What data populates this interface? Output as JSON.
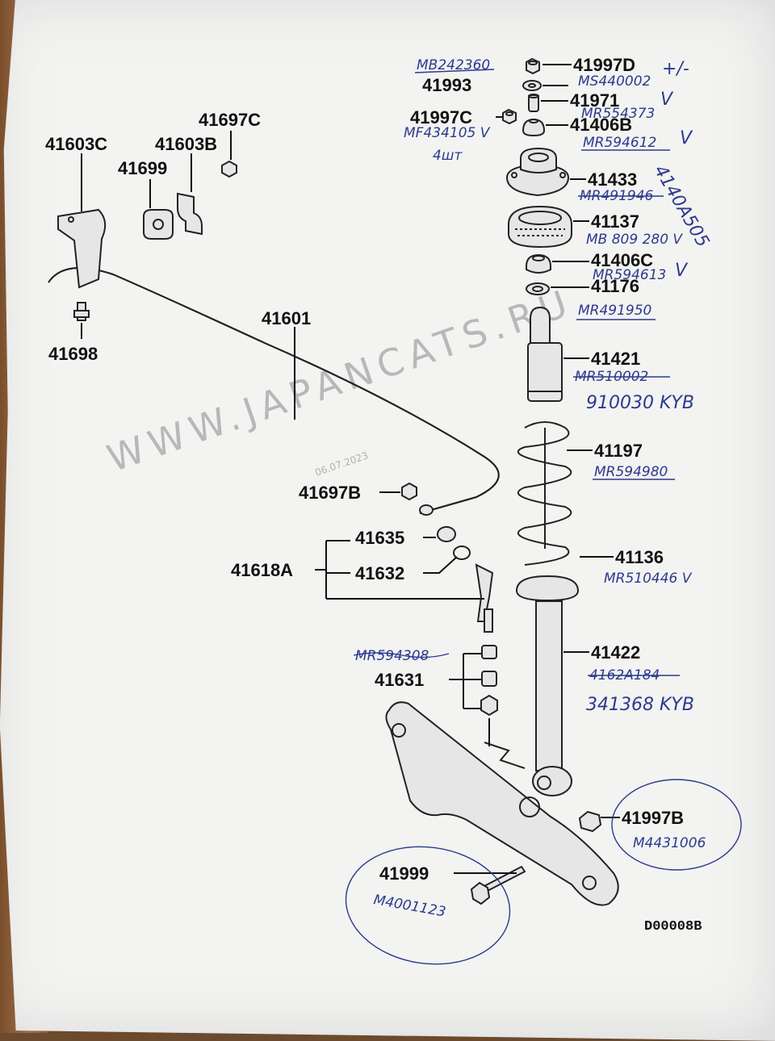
{
  "watermark": "WWW.JAPANCATS.RU",
  "stamp_date": "06.07.2023",
  "diagram_code": "D00008B",
  "parts": [
    {
      "id": "p-41997D",
      "num": "41997D",
      "note": "+/-"
    },
    {
      "id": "p-41993",
      "num": "41993",
      "note": ""
    },
    {
      "id": "p-41971",
      "num": "41971",
      "note": "V"
    },
    {
      "id": "p-41997C",
      "num": "41997C",
      "note": ""
    },
    {
      "id": "p-41406B",
      "num": "41406B",
      "note": "V"
    },
    {
      "id": "p-41433",
      "num": "41433",
      "note": "4140A505"
    },
    {
      "id": "p-41137",
      "num": "41137",
      "note": ""
    },
    {
      "id": "p-41406C",
      "num": "41406C",
      "note": "V"
    },
    {
      "id": "p-41176",
      "num": "41176",
      "note": ""
    },
    {
      "id": "p-41421",
      "num": "41421",
      "note": ""
    },
    {
      "id": "p-41197",
      "num": "41197",
      "note": ""
    },
    {
      "id": "p-41136",
      "num": "41136",
      "note": ""
    },
    {
      "id": "p-41422",
      "num": "41422",
      "note": ""
    },
    {
      "id": "p-41997B",
      "num": "41997B",
      "note": ""
    },
    {
      "id": "p-41999",
      "num": "41999",
      "note": ""
    },
    {
      "id": "p-41631",
      "num": "41631",
      "note": ""
    },
    {
      "id": "p-41618A",
      "num": "41618A",
      "note": ""
    },
    {
      "id": "p-41635",
      "num": "41635",
      "note": ""
    },
    {
      "id": "p-41632",
      "num": "41632",
      "note": ""
    },
    {
      "id": "p-41697B",
      "num": "41697B",
      "note": ""
    },
    {
      "id": "p-41601",
      "num": "41601",
      "note": ""
    },
    {
      "id": "p-41698",
      "num": "41698",
      "note": ""
    },
    {
      "id": "p-41603C",
      "num": "41603C",
      "note": ""
    },
    {
      "id": "p-41603B",
      "num": "41603B",
      "note": ""
    },
    {
      "id": "p-41697C",
      "num": "41697C",
      "note": ""
    },
    {
      "id": "p-41699",
      "num": "41699",
      "note": ""
    }
  ],
  "handwritten": {
    "mb242360": "MB242360",
    "ms440002": "MS440002",
    "mr554373": "MR554373",
    "mf434105": "MF434105 V",
    "qty": "4шт",
    "mr594612": "MR594612",
    "mr491946": "MR491946",
    "mb809280": "MB 809 280 V",
    "mr594613": "MR594613",
    "mr491950": "MR491950",
    "mr510002": "MR510002",
    "kyb910030": "910030 KYB",
    "mr594980": "MR594980",
    "mr510446": "MR510446 V",
    "a4162a184": "4162A184",
    "kyb341368": "341368 KYB",
    "mr_scribble": "MR594308",
    "m4431006": "M4431006",
    "m4001123": "M4001123"
  }
}
